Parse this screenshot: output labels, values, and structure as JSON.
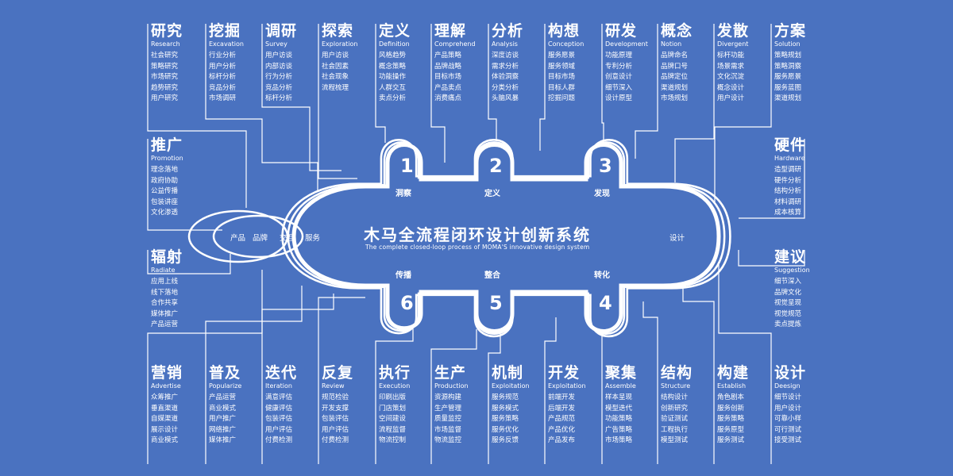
{
  "title": "木马全流程闭环设计创新系统",
  "subtitle": "The complete closed-loop process of MOMA'S innovative design system",
  "top_blocks": [
    {
      "zh": "研究",
      "en": "Research",
      "items": [
        "社会研究",
        "策略研究",
        "市场研究",
        "趋势研究",
        "用户研究"
      ]
    },
    {
      "zh": "挖掘",
      "en": "Excavation",
      "items": [
        "行业分析",
        "用户分析",
        "标杆分析",
        "竞品分析",
        "市场调研"
      ]
    },
    {
      "zh": "调研",
      "en": "Survey",
      "items": [
        "用户访谈",
        "内部访谈",
        "行为分析",
        "竞品分析",
        "标杆分析"
      ]
    },
    {
      "zh": "探索",
      "en": "Exploration",
      "items": [
        "用户访谈",
        "社会因素",
        "社会现象",
        "流程梳理"
      ]
    },
    {
      "zh": "定义",
      "en": "Definition",
      "items": [
        "风格趋势",
        "概念策略",
        "功能操作",
        "人群交互",
        "卖点分析"
      ]
    },
    {
      "zh": "理解",
      "en": "Comprehend",
      "items": [
        "产品策略",
        "品牌战略",
        "目标市场",
        "产品卖点",
        "消费痛点"
      ]
    },
    {
      "zh": "分析",
      "en": "Analysis",
      "items": [
        "深度访谈",
        "需求分析",
        "体验洞察",
        "分类分析",
        "头脑风暴"
      ]
    },
    {
      "zh": "构想",
      "en": "Conception",
      "items": [
        "服务愿景",
        "服务领域",
        "目标市场",
        "目标人群",
        "挖掘问题"
      ]
    },
    {
      "zh": "研发",
      "en": "Development",
      "items": [
        "功能原理",
        "专利分析",
        "创意设计",
        "细节深入",
        "设计原型"
      ]
    },
    {
      "zh": "概念",
      "en": "Notion",
      "items": [
        "品牌命名",
        "品牌口号",
        "品牌定位",
        "渠道规划",
        "市场规划"
      ]
    },
    {
      "zh": "发散",
      "en": "Divergent",
      "items": [
        "标杆功能",
        "场景需求",
        "文化沉淀",
        "概念设计",
        "用户设计"
      ]
    },
    {
      "zh": "方案",
      "en": "Solution",
      "items": [
        "策略规划",
        "策略洞察",
        "服务愿景",
        "服务蓝图",
        "渠道规划"
      ]
    }
  ],
  "bottom_blocks": [
    {
      "zh": "营销",
      "en": "Advertise",
      "items": [
        "众筹推广",
        "垂直渠道",
        "自媒渠道",
        "展示设计",
        "商业模式"
      ]
    },
    {
      "zh": "普及",
      "en": "Popularize",
      "items": [
        "产品运营",
        "商业模式",
        "用户推广",
        "网络推广",
        "媒体推广"
      ]
    },
    {
      "zh": "迭代",
      "en": "Iteration",
      "items": [
        "满意评估",
        "健康评估",
        "包装评估",
        "用户评估",
        "付费检测"
      ]
    },
    {
      "zh": "反复",
      "en": "Review",
      "items": [
        "规范检验",
        "开发支撑",
        "包装评估",
        "用户评估",
        "付费检测"
      ]
    },
    {
      "zh": "执行",
      "en": "Execution",
      "items": [
        "印刷出版",
        "门店策划",
        "空间建设",
        "流程监督",
        "物流控制"
      ]
    },
    {
      "zh": "生产",
      "en": "Production",
      "items": [
        "资源构建",
        "生产管理",
        "质量监控",
        "市场监督",
        "物流监控"
      ]
    },
    {
      "zh": "机制",
      "en": "Exploitation",
      "items": [
        "服务规范",
        "服务模式",
        "服务策略",
        "服务优化",
        "服务反馈"
      ]
    },
    {
      "zh": "开发",
      "en": "Exploitation",
      "items": [
        "前端开发",
        "后端开发",
        "产品规范",
        "产品优化",
        "产品发布"
      ]
    },
    {
      "zh": "聚集",
      "en": "Assemble",
      "items": [
        "样本呈现",
        "模型迭代",
        "功能策略",
        "广告策略",
        "市场策略"
      ]
    },
    {
      "zh": "结构",
      "en": "Structure",
      "items": [
        "结构设计",
        "创新研究",
        "验证测试",
        "工程执行",
        "模型测试"
      ]
    },
    {
      "zh": "构建",
      "en": "Establish",
      "items": [
        "角色剧本",
        "服务创新",
        "服务策略",
        "服务原型",
        "服务测试"
      ]
    },
    {
      "zh": "设计",
      "en": "Deesign",
      "items": [
        "细节设计",
        "用户设计",
        "可靠小样",
        "可行测试",
        "接受测试"
      ]
    }
  ],
  "left_blocks": [
    {
      "zh": "推广",
      "en": "Promotion",
      "items": [
        "理念落地",
        "政府协助",
        "公益传播",
        "包装讲座",
        "文化渗透"
      ]
    },
    {
      "zh": "辐射",
      "en": "Radiate",
      "items": [
        "应用上线",
        "线下落地",
        "合作共享",
        "媒体推广",
        "产品运营"
      ]
    }
  ],
  "right_blocks": [
    {
      "zh": "硬件",
      "en": "Hardware",
      "items": [
        "造型调研",
        "硬件分析",
        "结构分析",
        "材料调研",
        "成本核算"
      ]
    },
    {
      "zh": "建议",
      "en": "Suggestion",
      "items": [
        "细节深入",
        "品牌文化",
        "视觉呈现",
        "视觉规范",
        "卖点提炼"
      ]
    }
  ],
  "loop_labels": {
    "top": [
      {
        "num": "1",
        "text": "洞察"
      },
      {
        "num": "2",
        "text": "定义"
      },
      {
        "num": "3",
        "text": "发现"
      }
    ],
    "bottom": [
      {
        "num": "6",
        "text": "传播"
      },
      {
        "num": "5",
        "text": "整合"
      },
      {
        "num": "4",
        "text": "转化"
      }
    ]
  },
  "left_labels": [
    "产品",
    "品牌",
    "交互",
    "服务"
  ],
  "right_label": "设计"
}
